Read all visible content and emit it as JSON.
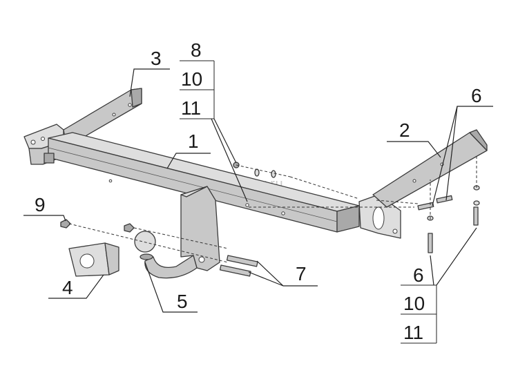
{
  "watermark": "farkop-center.ru",
  "callouts": {
    "c1": "1",
    "c2": "2",
    "c3": "3",
    "c4": "4",
    "c5": "5",
    "c6_top": "6",
    "c6_bottom": "6",
    "c7": "7",
    "c8": "8",
    "c9": "9",
    "c10_top": "10",
    "c10_bottom": "10",
    "c11_top": "11",
    "c11_bottom": "11"
  }
}
